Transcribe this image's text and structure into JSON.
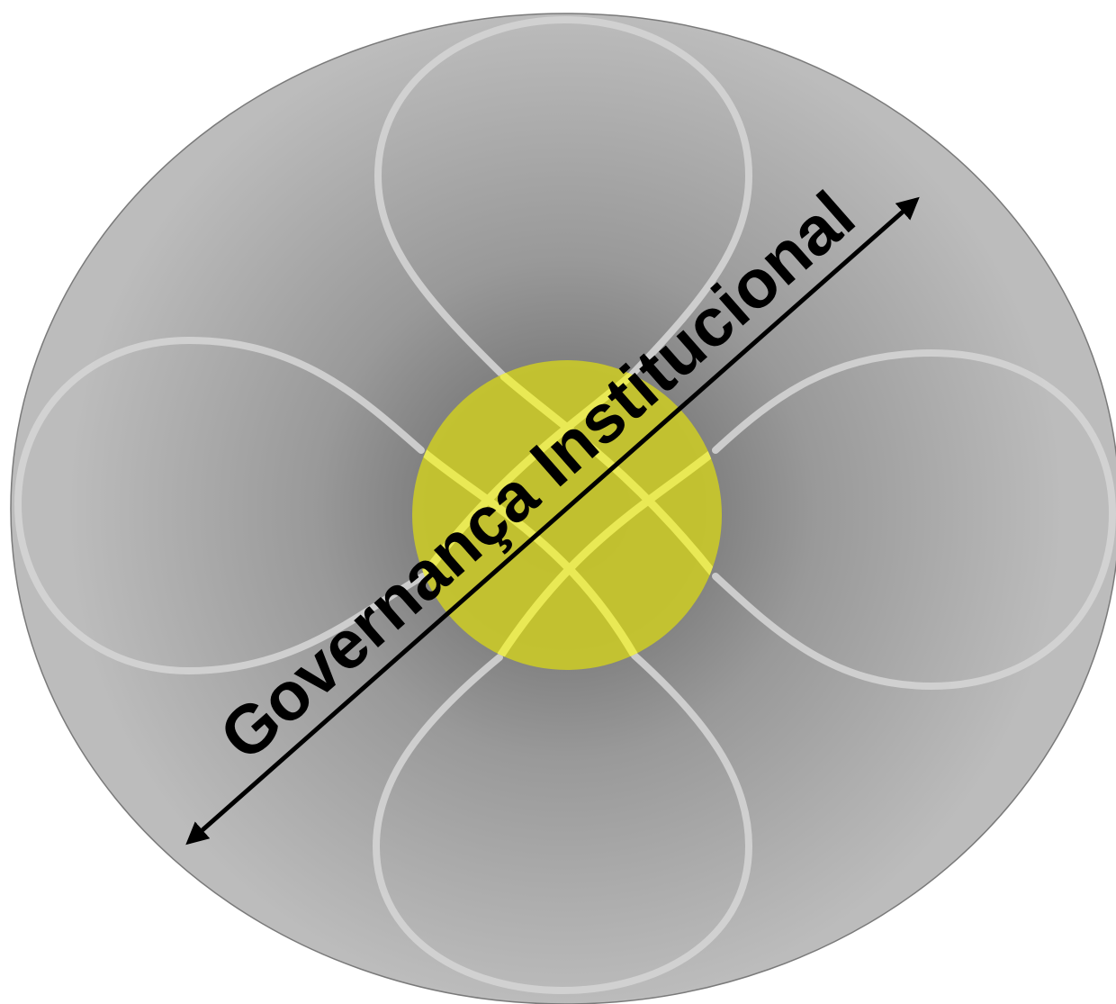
{
  "diagram": {
    "label": "Governança Institucional",
    "colors": {
      "outer_circle_edge": "#bcbcbc",
      "outer_circle_center": "#5e5e5e",
      "outer_circle_stroke": "#7a7a7a",
      "petal_outline": "#d4d4d4",
      "center_circle": "#c6c52c",
      "center_petal_overlay": "#eeee5a",
      "arrow": "#000000",
      "label": "#000000"
    },
    "petals": [
      "top",
      "right",
      "bottom",
      "left"
    ]
  }
}
